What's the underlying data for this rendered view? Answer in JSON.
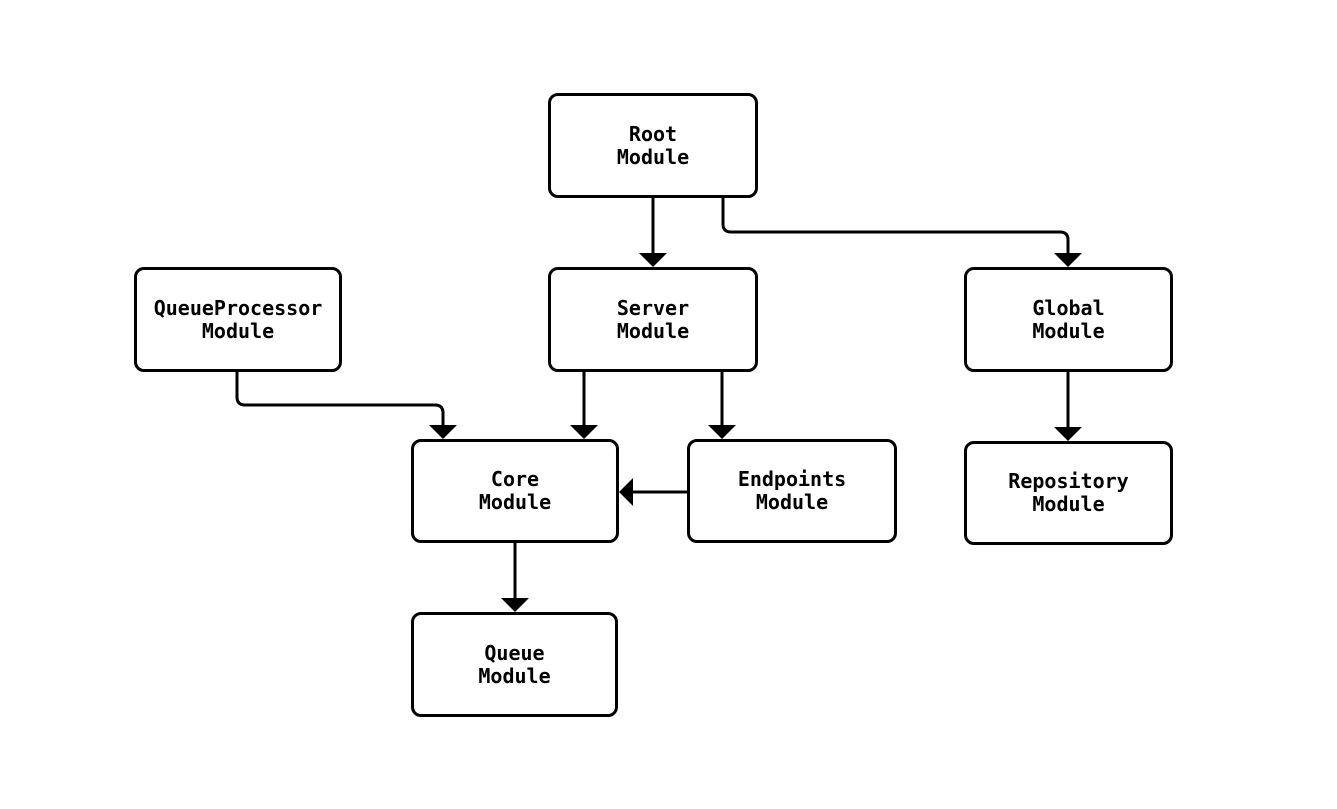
{
  "diagram": {
    "type": "module-dependency-flowchart",
    "background_color": "#ffffff",
    "stroke_color": "#000000",
    "text_color": "#000000",
    "node_fill_color": "#ffffff",
    "nodes": [
      {
        "id": "root",
        "line1": "Root",
        "line2": "Module"
      },
      {
        "id": "queueprocessor",
        "line1": "QueueProcessor",
        "line2": "Module"
      },
      {
        "id": "server",
        "line1": "Server",
        "line2": "Module"
      },
      {
        "id": "global",
        "line1": "Global",
        "line2": "Module"
      },
      {
        "id": "core",
        "line1": "Core",
        "line2": "Module"
      },
      {
        "id": "endpoints",
        "line1": "Endpoints",
        "line2": "Module"
      },
      {
        "id": "repository",
        "line1": "Repository",
        "line2": "Module"
      },
      {
        "id": "queue",
        "line1": "Queue",
        "line2": "Module"
      }
    ],
    "edges": [
      {
        "from": "Root Module",
        "to": "Server Module"
      },
      {
        "from": "Root Module",
        "to": "Global Module"
      },
      {
        "from": "QueueProcessor Module",
        "to": "Core Module"
      },
      {
        "from": "Server Module",
        "to": "Core Module"
      },
      {
        "from": "Server Module",
        "to": "Endpoints Module"
      },
      {
        "from": "Endpoints Module",
        "to": "Core Module"
      },
      {
        "from": "Global Module",
        "to": "Repository Module"
      },
      {
        "from": "Core Module",
        "to": "Queue Module"
      }
    ]
  }
}
